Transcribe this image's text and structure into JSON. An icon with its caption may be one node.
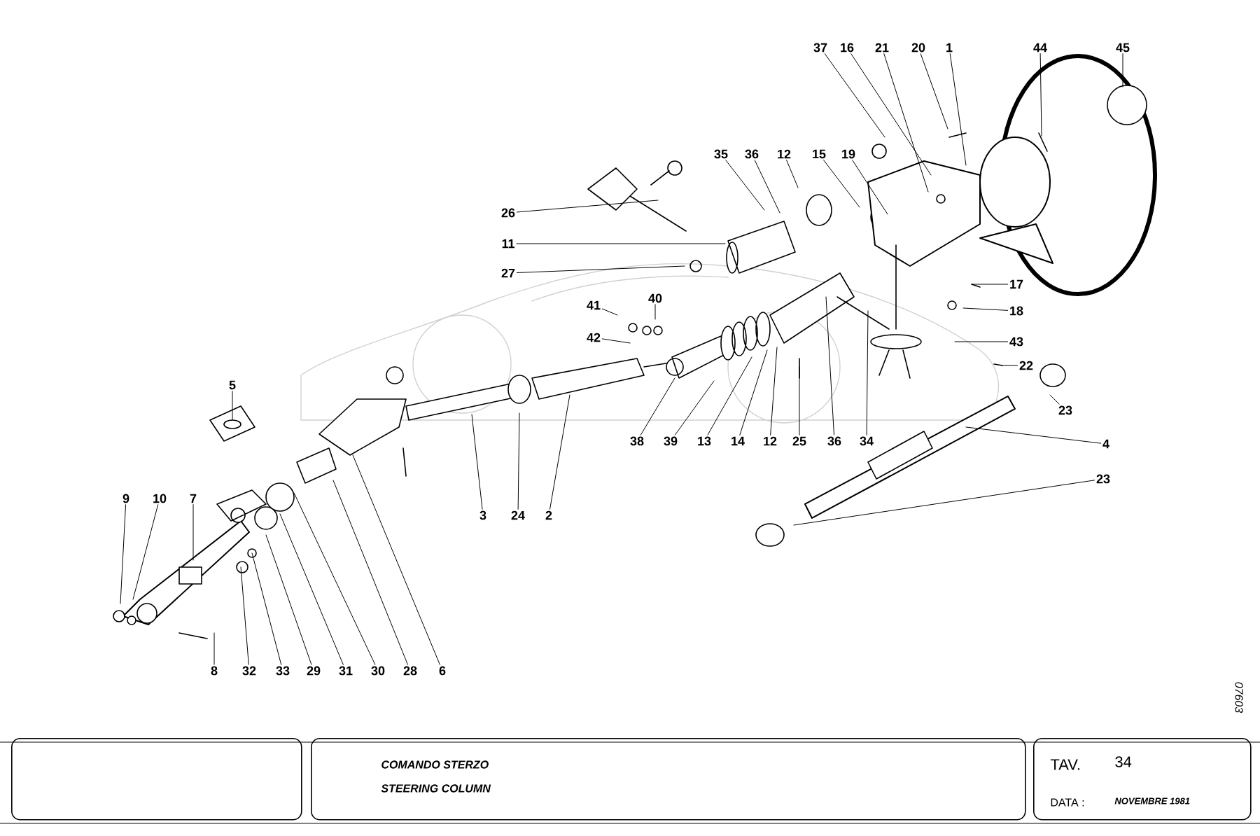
{
  "diagram": {
    "nodes": [
      {
        "text": [
          "37"
        ]
      },
      {
        "text": [
          "16"
        ]
      },
      {
        "text": [
          "21"
        ]
      },
      {
        "text": [
          "20"
        ]
      },
      {
        "text": [
          "1"
        ]
      },
      {
        "text": [
          "44"
        ]
      },
      {
        "text": [
          "45"
        ]
      },
      {
        "text": [
          "35"
        ]
      },
      {
        "text": [
          "36"
        ]
      },
      {
        "text": [
          "12"
        ]
      },
      {
        "text": [
          "15"
        ]
      },
      {
        "text": [
          "19"
        ]
      },
      {
        "text": [
          "26"
        ]
      },
      {
        "text": [
          "11"
        ]
      },
      {
        "text": [
          "27"
        ]
      },
      {
        "text": [
          "17"
        ]
      },
      {
        "text": [
          "18"
        ]
      },
      {
        "text": [
          "41"
        ]
      },
      {
        "text": [
          "40"
        ]
      },
      {
        "text": [
          "42"
        ]
      },
      {
        "text": [
          "43"
        ]
      },
      {
        "text": [
          "22"
        ]
      },
      {
        "text": [
          "5"
        ]
      },
      {
        "text": [
          "23"
        ]
      },
      {
        "text": [
          "4"
        ]
      },
      {
        "text": [
          "38"
        ]
      },
      {
        "text": [
          "39"
        ]
      },
      {
        "text": [
          "13"
        ]
      },
      {
        "text": [
          "14"
        ]
      },
      {
        "text": [
          "12"
        ]
      },
      {
        "text": [
          "25"
        ]
      },
      {
        "text": [
          "36"
        ]
      },
      {
        "text": [
          "34"
        ]
      },
      {
        "text": [
          "23"
        ]
      },
      {
        "text": [
          "3"
        ]
      },
      {
        "text": [
          "24"
        ]
      },
      {
        "text": [
          "2"
        ]
      },
      {
        "text": [
          "9"
        ]
      },
      {
        "text": [
          "10"
        ]
      },
      {
        "text": [
          "7"
        ]
      },
      {
        "text": [
          "32"
        ]
      },
      {
        "text": [
          "33"
        ]
      },
      {
        "text": [
          "29"
        ]
      },
      {
        "text": [
          "31"
        ]
      },
      {
        "text": [
          "30"
        ]
      },
      {
        "text": [
          "28"
        ]
      },
      {
        "text": [
          "6"
        ]
      },
      {
        "text": [
          "8"
        ]
      },
      {
        "text": [],
        "shape": "box"
      },
      {
        "text": [
          "COMANDO STERZO",
          "STEERING COLUMN"
        ]
      },
      {
        "text": [
          "TAV.",
          "34",
          "DATA :",
          "NOVEMBRE 1981"
        ]
      }
    ],
    "edges": [
      {
        "from": 0,
        "to": null,
        "arrow": "none"
      },
      {
        "from": 1,
        "to": null,
        "arrow": "none"
      },
      {
        "from": 2,
        "to": null,
        "arrow": "none"
      },
      {
        "from": 3,
        "to": null,
        "arrow": "none"
      },
      {
        "from": 4,
        "to": null,
        "arrow": "none"
      },
      {
        "from": 5,
        "to": null,
        "arrow": "none"
      },
      {
        "from": 6,
        "to": null,
        "arrow": "none"
      },
      {
        "from": 7,
        "to": null,
        "arrow": "none"
      },
      {
        "from": 8,
        "to": null,
        "arrow": "none"
      },
      {
        "from": 9,
        "to": null,
        "arrow": "none"
      },
      {
        "from": 10,
        "to": null,
        "arrow": "none"
      },
      {
        "from": 11,
        "to": null,
        "arrow": "none"
      },
      {
        "from": 12,
        "to": null,
        "arrow": "none"
      },
      {
        "from": 13,
        "to": null,
        "arrow": "none"
      },
      {
        "from": 14,
        "to": null,
        "arrow": "none"
      },
      {
        "from": 15,
        "to": null,
        "arrow": "none"
      },
      {
        "from": 16,
        "to": null,
        "arrow": "none"
      },
      {
        "from": 17,
        "to": null,
        "arrow": "none"
      },
      {
        "from": 18,
        "to": null,
        "arrow": "none"
      },
      {
        "from": 19,
        "to": null,
        "arrow": "none"
      },
      {
        "from": 20,
        "to": null,
        "arrow": "none"
      },
      {
        "from": 21,
        "to": null,
        "arrow": "none"
      },
      {
        "from": 22,
        "to": null,
        "arrow": "none"
      },
      {
        "from": 23,
        "to": null,
        "arrow": "none"
      },
      {
        "from": 24,
        "to": null,
        "arrow": "none"
      },
      {
        "from": 25,
        "to": null,
        "arrow": "none"
      },
      {
        "from": 26,
        "to": null,
        "arrow": "none"
      },
      {
        "from": 27,
        "to": null,
        "arrow": "none"
      },
      {
        "from": 28,
        "to": null,
        "arrow": "none"
      },
      {
        "from": 29,
        "to": null,
        "arrow": "none"
      },
      {
        "from": 30,
        "to": null,
        "arrow": "none"
      },
      {
        "from": 31,
        "to": null,
        "arrow": "none"
      },
      {
        "from": 32,
        "to": null,
        "arrow": "none"
      },
      {
        "from": 33,
        "to": null,
        "arrow": "none"
      },
      {
        "from": 34,
        "to": null,
        "arrow": "none"
      },
      {
        "from": 35,
        "to": null,
        "arrow": "none"
      },
      {
        "from": 36,
        "to": null,
        "arrow": "none"
      },
      {
        "from": 37,
        "to": null,
        "arrow": "none"
      },
      {
        "from": 38,
        "to": null,
        "arrow": "none"
      },
      {
        "from": 39,
        "to": null,
        "arrow": "none"
      },
      {
        "from": 40,
        "to": null,
        "arrow": "none"
      },
      {
        "from": 41,
        "to": null,
        "arrow": "none"
      },
      {
        "from": 42,
        "to": null,
        "arrow": "none"
      },
      {
        "from": 43,
        "to": null,
        "arrow": "none"
      },
      {
        "from": 44,
        "to": null,
        "arrow": "none"
      },
      {
        "from": 45,
        "to": null,
        "arrow": "none"
      },
      {
        "from": 46,
        "to": null,
        "arrow": "none"
      },
      {
        "from": 47,
        "to": null,
        "arrow": "none"
      }
    ],
    "labels": [
      "07603"
    ]
  }
}
